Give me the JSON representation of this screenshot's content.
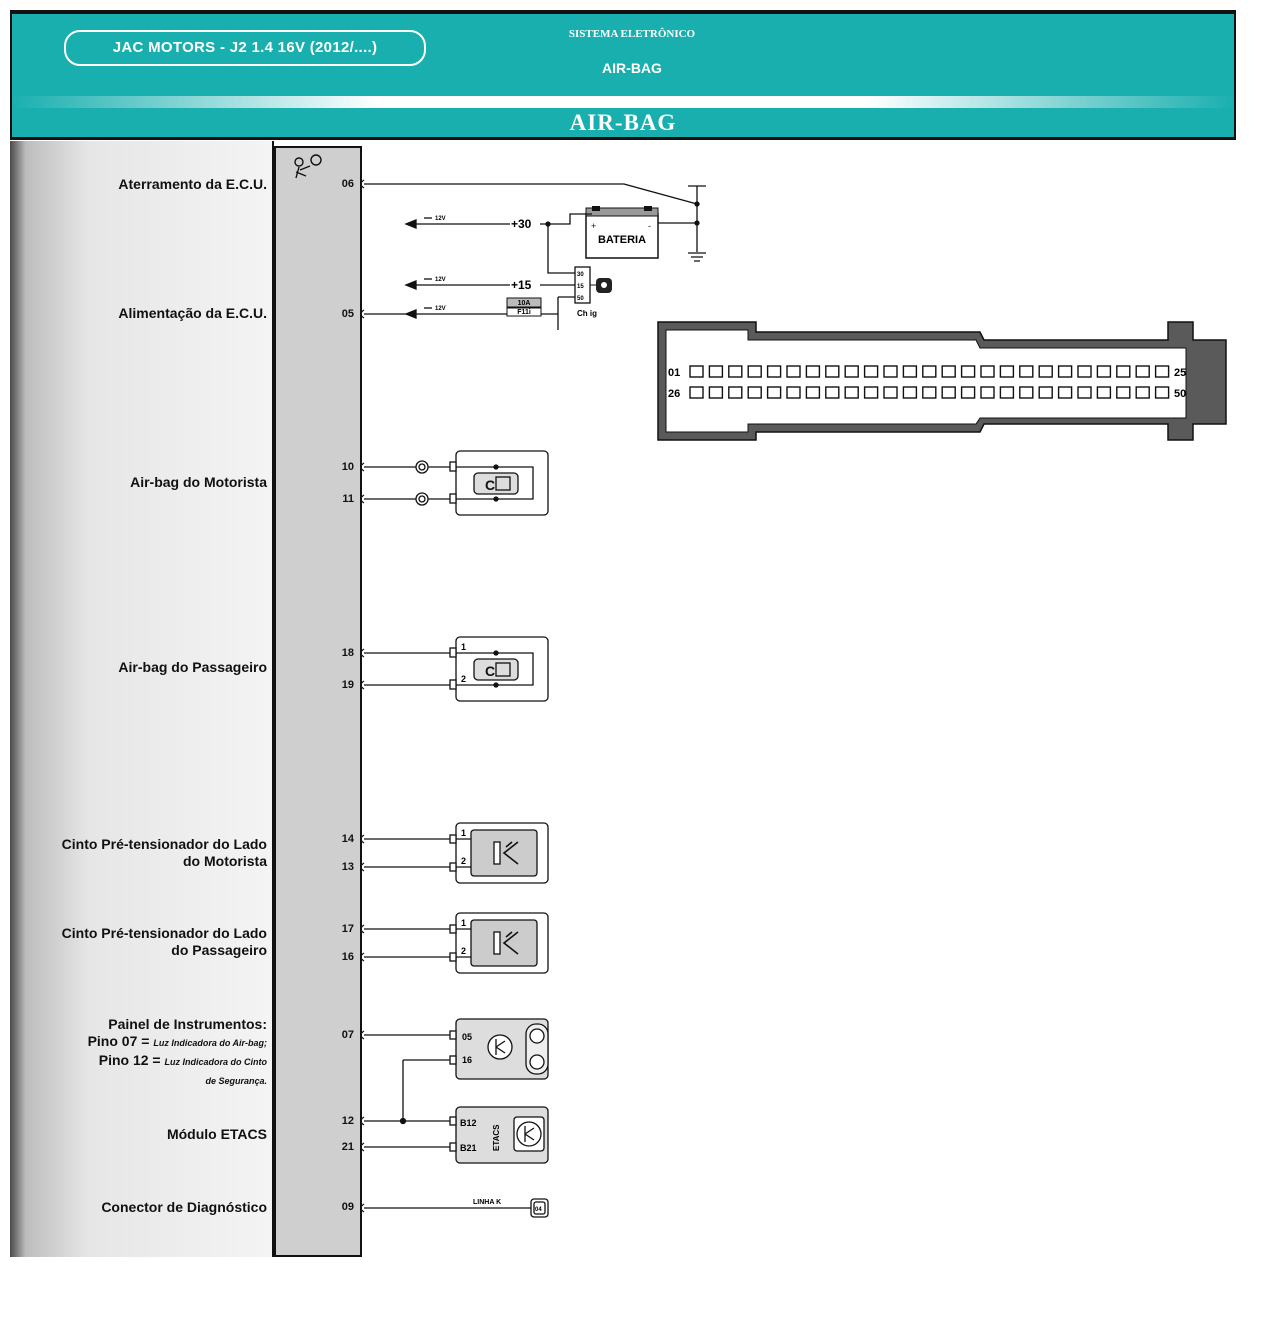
{
  "header": {
    "vehicle": "JAC MOTORS - J2 1.4 16V (2012/....)",
    "system_label": "SISTEMA ELETRÔNICO",
    "system_name": "AIR-BAG",
    "title": "AIR-BAG"
  },
  "signals": [
    {
      "label_lines": [
        "Aterramento da E.C.U."
      ],
      "pins": [
        "06"
      ]
    },
    {
      "label_lines": [
        "Alimentação da E.C.U."
      ],
      "pins": [
        "05"
      ]
    },
    {
      "label_lines": [
        "Air-bag do Motorista"
      ],
      "pins": [
        "10",
        "11"
      ]
    },
    {
      "label_lines": [
        "Air-bag do Passageiro"
      ],
      "pins": [
        "18",
        "19"
      ]
    },
    {
      "label_lines": [
        "Cinto Pré-tensionador do Lado",
        "do Motorista"
      ],
      "pins": [
        "14",
        "13"
      ]
    },
    {
      "label_lines": [
        "Cinto Pré-tensionador do Lado",
        "do Passageiro"
      ],
      "pins": [
        "17",
        "16"
      ]
    },
    {
      "label_lines": [
        "Painel de Instrumentos:"
      ],
      "pins": [
        "07"
      ],
      "notes": [
        {
          "prefix": "Pino 07 = ",
          "text": "Luz Indicadora do Air-bag;"
        },
        {
          "prefix": "Pino 12 = ",
          "text": "Luz Indicadora do Cinto"
        },
        {
          "prefix": "",
          "text": "de Segurança."
        }
      ]
    },
    {
      "label_lines": [
        "Módulo ETACS"
      ],
      "pins": [
        "12",
        "21"
      ]
    },
    {
      "label_lines": [
        "Conector de Diagnóstico"
      ],
      "pins": [
        "09"
      ]
    }
  ],
  "power": {
    "arrow_voltage": "12V",
    "line_30": "+30",
    "line_15": "+15",
    "battery": "BATERIA",
    "fuse_rating": "10A",
    "fuse_id": "F11i",
    "ignition_switch": "Ch ig",
    "switch_terminals": [
      "30",
      "15",
      "50"
    ]
  },
  "components": {
    "pretensioner_pins": [
      "1",
      "2"
    ],
    "passenger_airbag_pins": [
      "1",
      "2"
    ],
    "cluster_pins": [
      "05",
      "16"
    ],
    "etacs_pins": [
      "B12",
      "B21"
    ],
    "etacs_label": "ETACS",
    "diag_line": "LINHA K",
    "diag_pin": "04"
  },
  "connector": {
    "row1_start": "01",
    "row1_end": "25",
    "row2_start": "26",
    "row2_end": "50",
    "cavities_per_row": 25
  }
}
